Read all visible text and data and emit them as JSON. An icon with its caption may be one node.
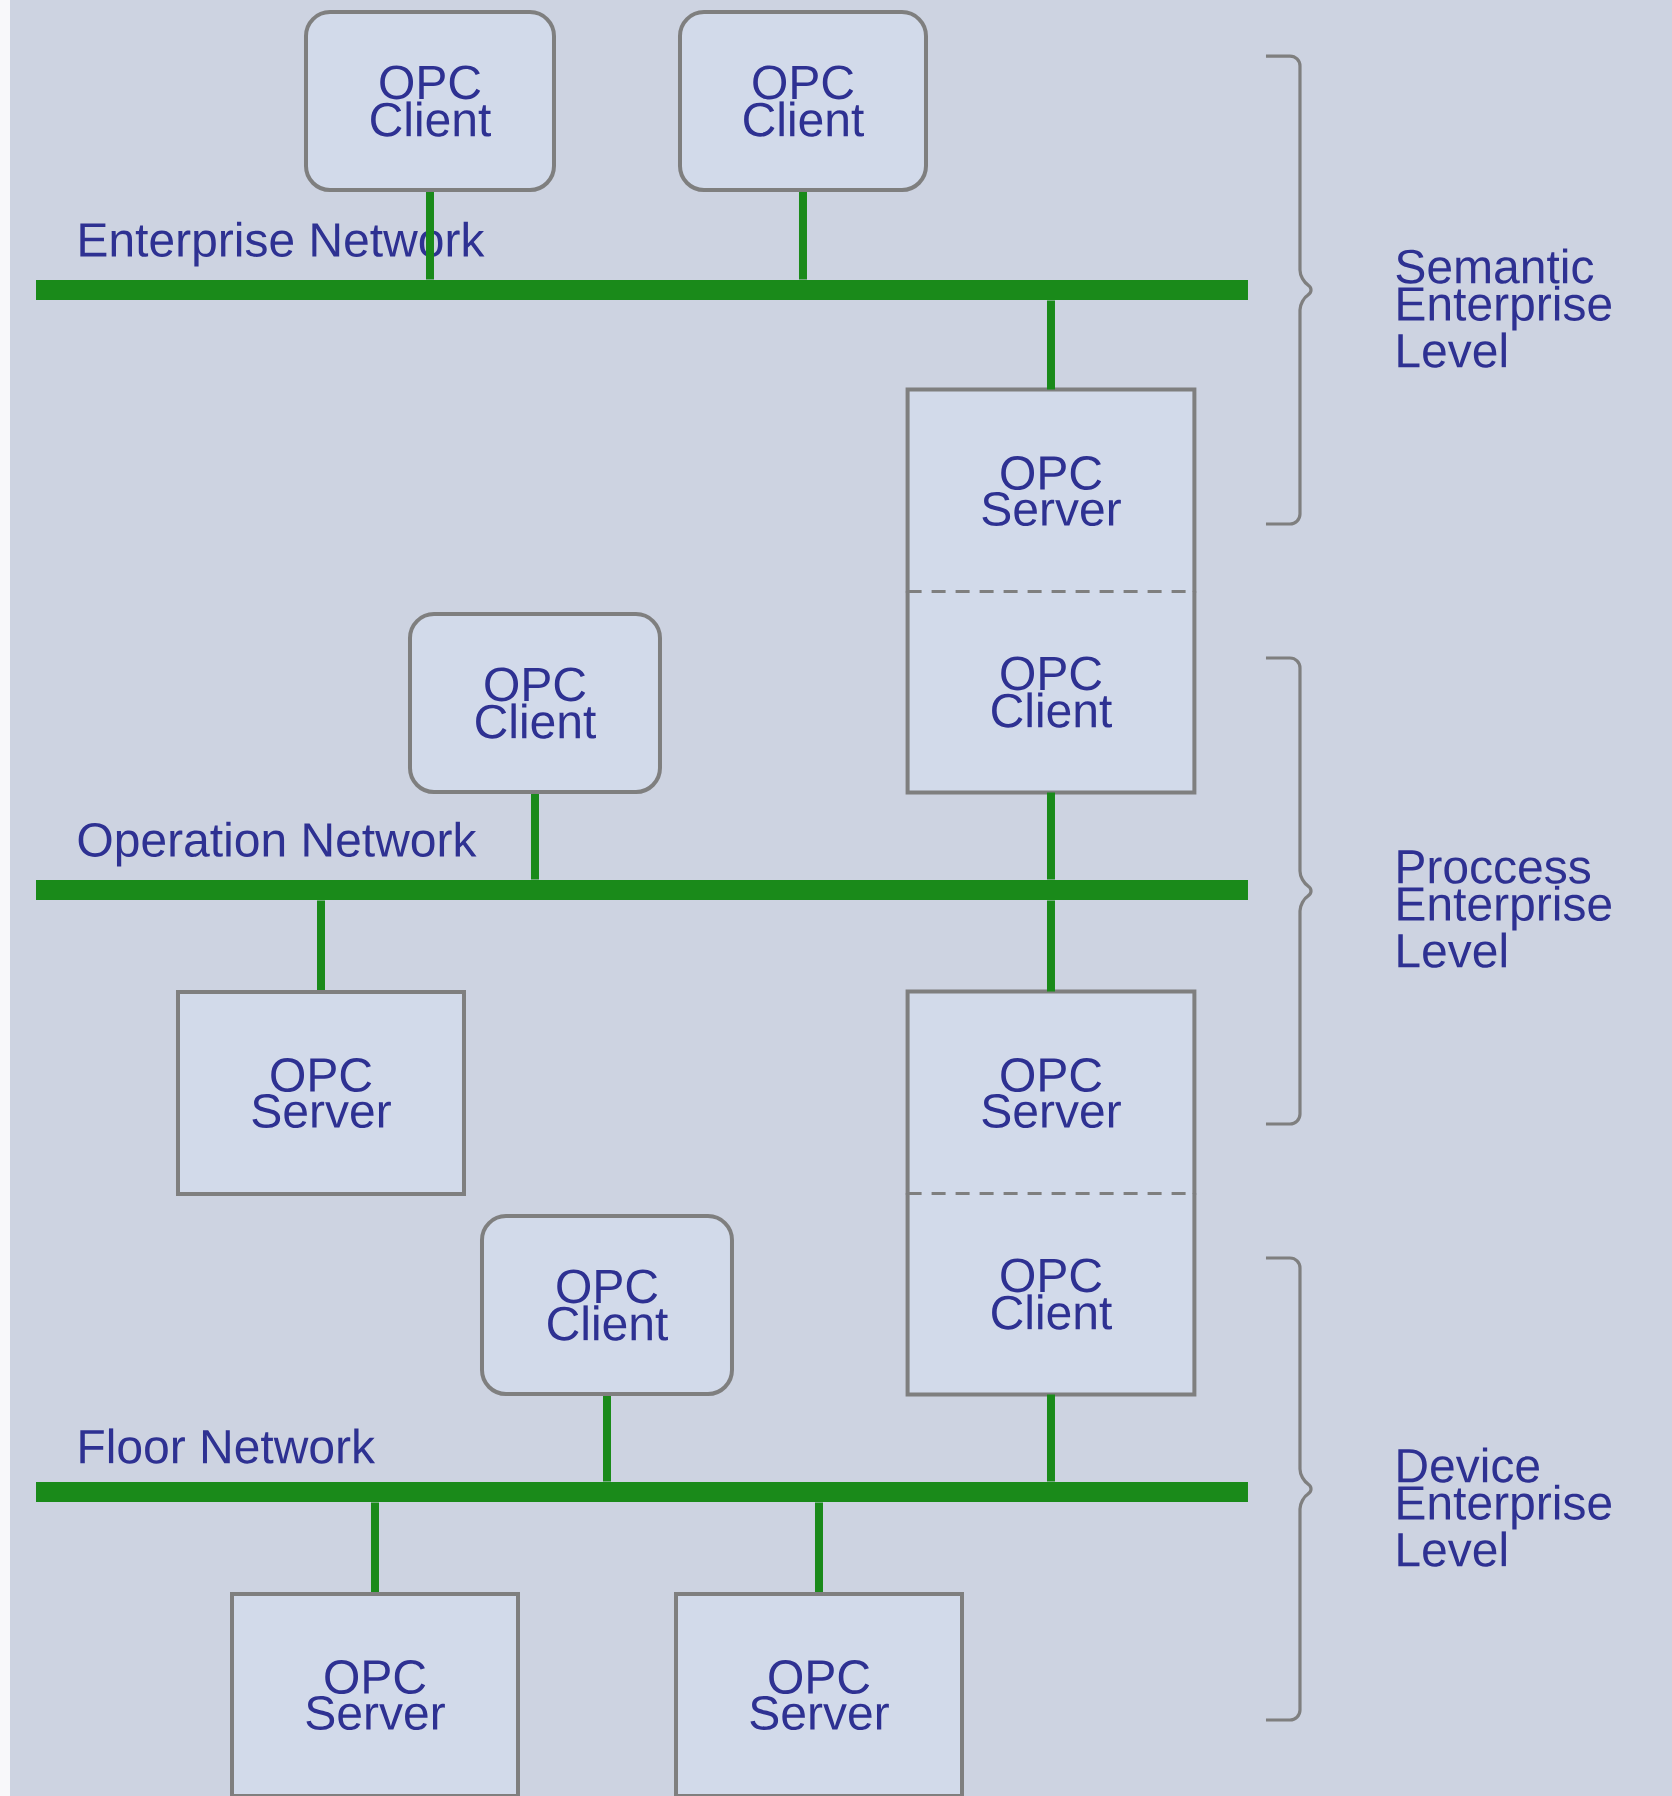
{
  "diagram": {
    "nodes": [
      {
        "text": [
          "OPC Client"
        ]
      },
      {
        "text": [
          "OPC Client"
        ]
      },
      {
        "text": [
          "Enterprise Network"
        ]
      },
      {
        "text": [
          "OPC Server"
        ]
      },
      {
        "text": [
          "OPC Client"
        ]
      },
      {
        "text": [
          "OPC Client"
        ]
      },
      {
        "text": [
          "Operation Network"
        ]
      },
      {
        "text": [
          "OPC Server"
        ]
      },
      {
        "text": [
          "OPC Server"
        ]
      },
      {
        "text": [
          "OPC Client"
        ]
      },
      {
        "text": [
          "OPC Client"
        ]
      },
      {
        "text": [
          "Floor Network"
        ]
      },
      {
        "text": [
          "OPC Server"
        ]
      },
      {
        "text": [
          "OPC Server"
        ]
      }
    ],
    "edges": [
      {
        "from": 0,
        "to": 2,
        "arrow": "none"
      },
      {
        "from": 1,
        "to": 2,
        "arrow": "none"
      },
      {
        "from": 2,
        "to": 3,
        "arrow": "none"
      },
      {
        "from": 5,
        "to": 6,
        "arrow": "none"
      },
      {
        "from": 4,
        "to": 6,
        "arrow": "none"
      },
      {
        "from": 6,
        "to": 7,
        "arrow": "none"
      },
      {
        "from": 6,
        "to": 8,
        "arrow": "none"
      },
      {
        "from": 10,
        "to": 11,
        "arrow": "none"
      },
      {
        "from": 9,
        "to": 11,
        "arrow": "none"
      },
      {
        "from": 11,
        "to": 12,
        "arrow": "none"
      },
      {
        "from": 11,
        "to": 13,
        "arrow": "none"
      }
    ],
    "labels": [
      "Semantic Enterprise Level",
      "Proccess Enterprise Level",
      "Device Enterprise Level"
    ]
  }
}
